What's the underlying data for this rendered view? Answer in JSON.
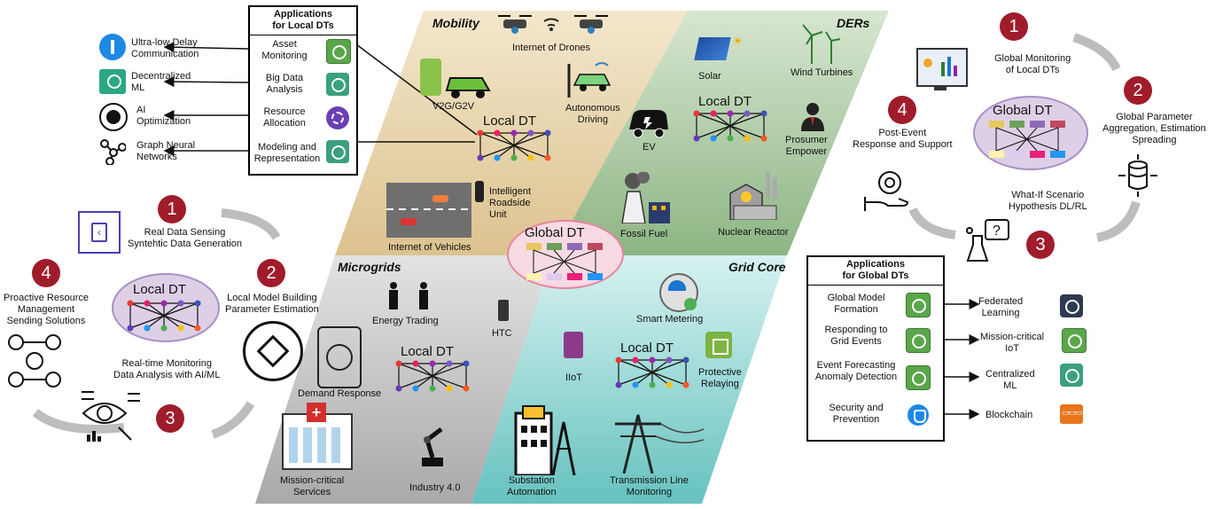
{
  "zones": {
    "mobility": "Mobility",
    "ders": "DERs",
    "microgrids": "Microgrids",
    "grid_core": "Grid Core"
  },
  "local_dt_label": "Local DT",
  "global_dt_label": "Global DT",
  "mobility": {
    "drones": "Internet of Drones",
    "v2g": "V2G/G2V",
    "autonomous": "Autonomous\nDriving",
    "rsu": "Intelligent\nRoadside\nUnit",
    "iov": "Internet of Vehicles"
  },
  "ders": {
    "solar": "Solar",
    "wind": "Wind Turbines",
    "ev": "EV",
    "prosumer": "Prosumer\nEmpower",
    "fossil": "Fossil Fuel",
    "nuclear": "Nuclear Reactor"
  },
  "microgrids": {
    "energy_trading": "Energy Trading",
    "htc": "HTC",
    "demand_response": "Demand Response",
    "mission": "Mission-critical\nServices",
    "industry": "Industry 4.0"
  },
  "grid_core": {
    "smart_metering": "Smart Metering",
    "iiot": "IIoT",
    "protective": "Protective\nRelaying",
    "substation": "Substation\nAutomation",
    "transmission": "Transmission Line\nMonitoring"
  },
  "local_apps": {
    "title": "Applications\nfor Local DTs",
    "rows": [
      "Asset\nMonitoring",
      "Big Data\nAnalysis",
      "Resource\nAllocation",
      "Modeling and\nRepresentation"
    ],
    "outputs": [
      "Ultra-low Delay\nCommunication",
      "Decentralized\nML",
      "AI\nOptimization",
      "Graph Neural\nNetworks"
    ]
  },
  "global_apps": {
    "title": "Applications\nfor Global DTs",
    "rows": [
      "Global Model\nFormation",
      "Responding to\nGrid Events",
      "Event Forecasting\nAnomaly Detection",
      "Security and\nPrevention"
    ],
    "outputs": [
      "Federated\nLearning",
      "Mission-critical\nIoT",
      "Centralized\nML",
      "Blockchain"
    ]
  },
  "local_cycle": {
    "step1": "Real Data Sensing\nSyntehtic Data Generation",
    "step2": "Local Model Building\nParameter Estimation",
    "step3": "Real-time Monitoring\nData Analysis with AI/ML",
    "step4": "Proactive Resource\nManagement\nSending Solutions",
    "badges": [
      "1",
      "2",
      "3",
      "4"
    ]
  },
  "global_cycle": {
    "step1": "Global Monitoring\nof Local DTs",
    "step2": "Global Parameter\nAggregation, Estimation\nSpreading",
    "step3": "What-If Scenario\nHypothesis DL/RL",
    "step4": "Post-Event\nResponse and Support",
    "badges": [
      "1",
      "2",
      "3",
      "4"
    ]
  },
  "colors": {
    "mobility_fill": "#ead9b4",
    "ders_fill": "#a9c9a0",
    "microgrids_fill": "#c4c4c4",
    "gridcore_fill": "#a9e3e0",
    "badge": "#a01c2a",
    "global_dt_fill": "#f5dbe4",
    "local_dt_fill": "#ddd0e6"
  }
}
